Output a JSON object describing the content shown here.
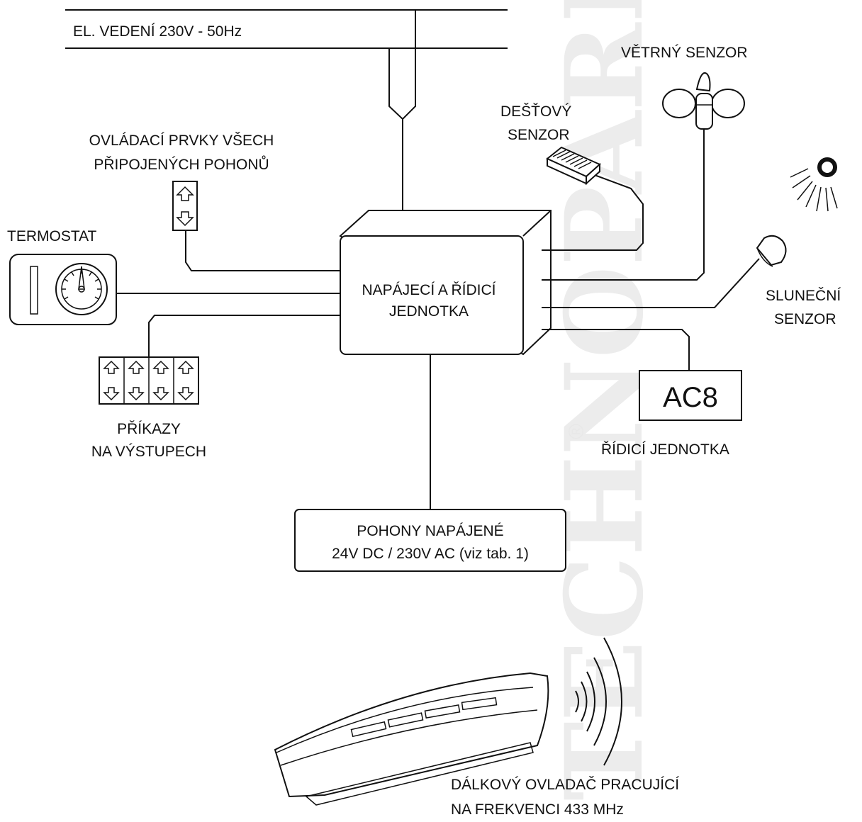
{
  "watermark": {
    "text": "TECHNOPARK",
    "registered": "®"
  },
  "mains_label": "EL. VEDENÍ 230V - 50Hz",
  "control_unit": {
    "line1": "NAPÁJECÍ A ŘÍDICÍ",
    "line2": "JEDNOTKA"
  },
  "controls_label": {
    "line1": "OVLÁDACÍ PRVKY VŠECH",
    "line2": "PŘIPOJENÝCH POHONŮ"
  },
  "thermostat_label": "TERMOSTAT",
  "outputs_label": {
    "line1": "PŘÍKAZY",
    "line2": "NA VÝSTUPECH"
  },
  "rain_sensor_label": {
    "line1": "DEŠŤOVÝ",
    "line2": "SENZOR"
  },
  "wind_sensor_label": "VĚTRNÝ SENZOR",
  "sun_sensor_label": {
    "line1": "SLUNEČNÍ",
    "line2": "SENZOR"
  },
  "ac8": {
    "text": "AC8",
    "label": "ŘÍDICÍ JEDNOTKA"
  },
  "drives": {
    "line1": "POHONY NAPÁJENÉ",
    "line2": "24V DC / 230V AC (viz tab. 1)"
  },
  "remote_label": {
    "line1": "DÁLKOVÝ OVLADAČ PRACUJÍCÍ",
    "line2": "NA FREKVENCI 433 MHz"
  }
}
